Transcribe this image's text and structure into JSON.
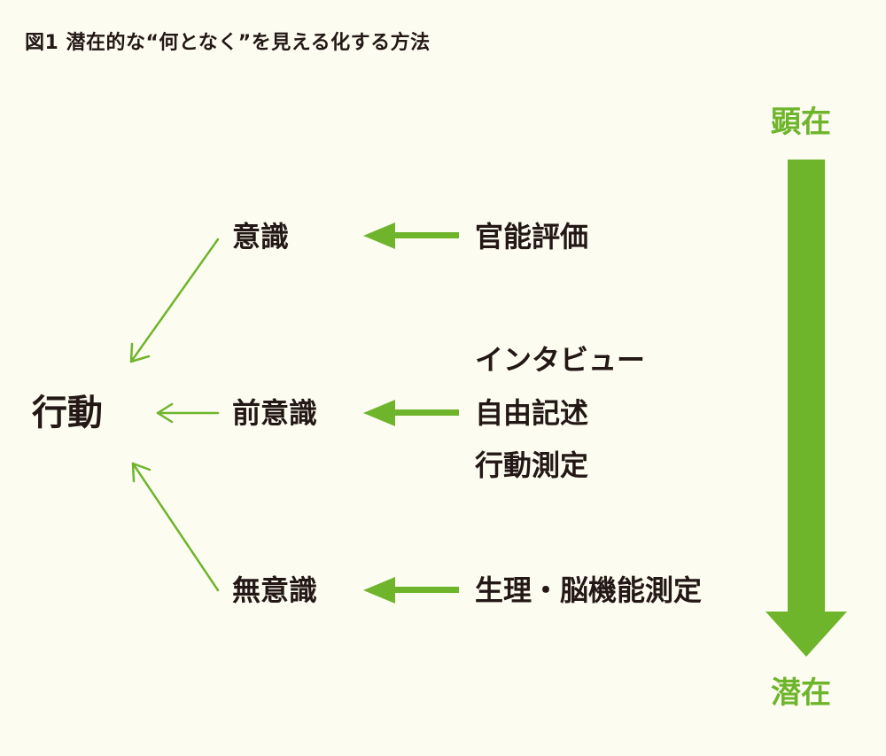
{
  "title": "図1 潜在的な“何となく”を見える化する方法",
  "colors": {
    "accent_green": "#6fb52c",
    "text": "#231815",
    "background": "#fdfcf1"
  },
  "diagram": {
    "center": "行動",
    "levels": [
      {
        "label": "意識",
        "methods": [
          "官能評価"
        ]
      },
      {
        "label": "前意識",
        "methods": [
          "インタビュー",
          "自由記述",
          "行動測定"
        ]
      },
      {
        "label": "無意識",
        "methods": [
          "生理・脳機能測定"
        ]
      }
    ],
    "axis": {
      "top": "顕在",
      "bottom": "潜在"
    }
  }
}
